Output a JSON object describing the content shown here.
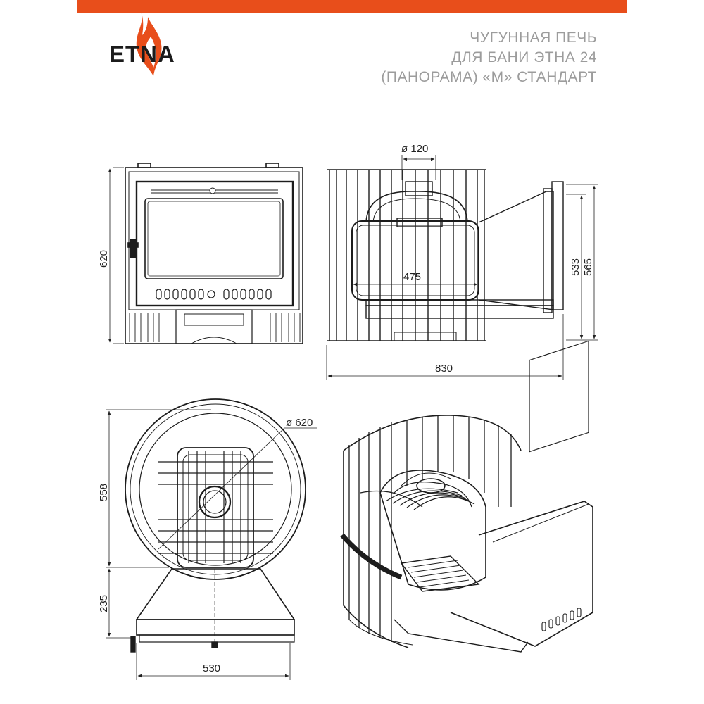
{
  "brand": {
    "name": "ETNA",
    "accent_color": "#e84e1b",
    "icon": "flame-icon"
  },
  "title": {
    "lines": [
      "ЧУГУННАЯ ПЕЧЬ",
      "ДЛЯ БАНИ ЭТНА 24",
      "(ПАНОРАМА) «М» СТАНДАРТ"
    ]
  },
  "dimensions": {
    "front_height": "620",
    "chimney_diameter": "ø 120",
    "firebox_width": "475",
    "side_height_inner": "533",
    "side_height_outer": "565",
    "overall_length": "830",
    "top_diameter": "ø 620",
    "top_depth": "558",
    "tunnel_depth": "235",
    "tunnel_width": "530"
  }
}
